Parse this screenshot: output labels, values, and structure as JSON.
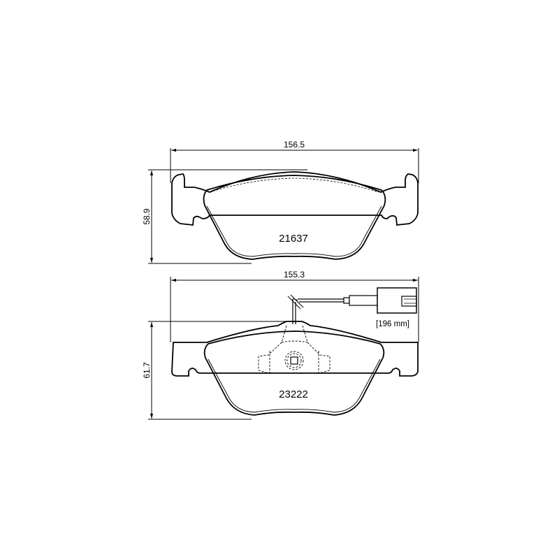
{
  "drawing": {
    "type": "brake pad technical drawing",
    "stroke_color": "#000000",
    "background": "#ffffff"
  },
  "pad_top": {
    "part_number": "21637",
    "width_dim": "156.5",
    "height_dim": "58.9"
  },
  "pad_bottom": {
    "part_number": "23222",
    "width_dim": "155.3",
    "height_dim": "61.7",
    "wire_length": "[196 mm]"
  }
}
